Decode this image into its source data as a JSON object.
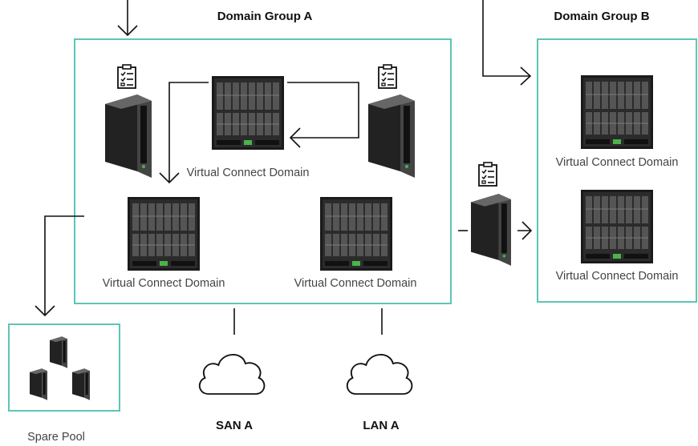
{
  "groups": {
    "a": {
      "title": "Domain Group A",
      "domains": [
        "Virtual Connect Domain",
        "Virtual Connect Domain",
        "Virtual Connect Domain"
      ]
    },
    "b": {
      "title": "Domain Group B",
      "domains": [
        "Virtual Connect Domain",
        "Virtual Connect Domain"
      ]
    }
  },
  "networks": {
    "san": "SAN A",
    "lan": "LAN A"
  },
  "spare_pool": {
    "label": "Spare Pool"
  },
  "colors": {
    "group_border": "#5cc6b7",
    "arrow": "#111111"
  },
  "icons": [
    "server-profile-clipboard-icon",
    "blade-server-icon",
    "enclosure-icon",
    "cloud-icon",
    "arrow-icon"
  ]
}
